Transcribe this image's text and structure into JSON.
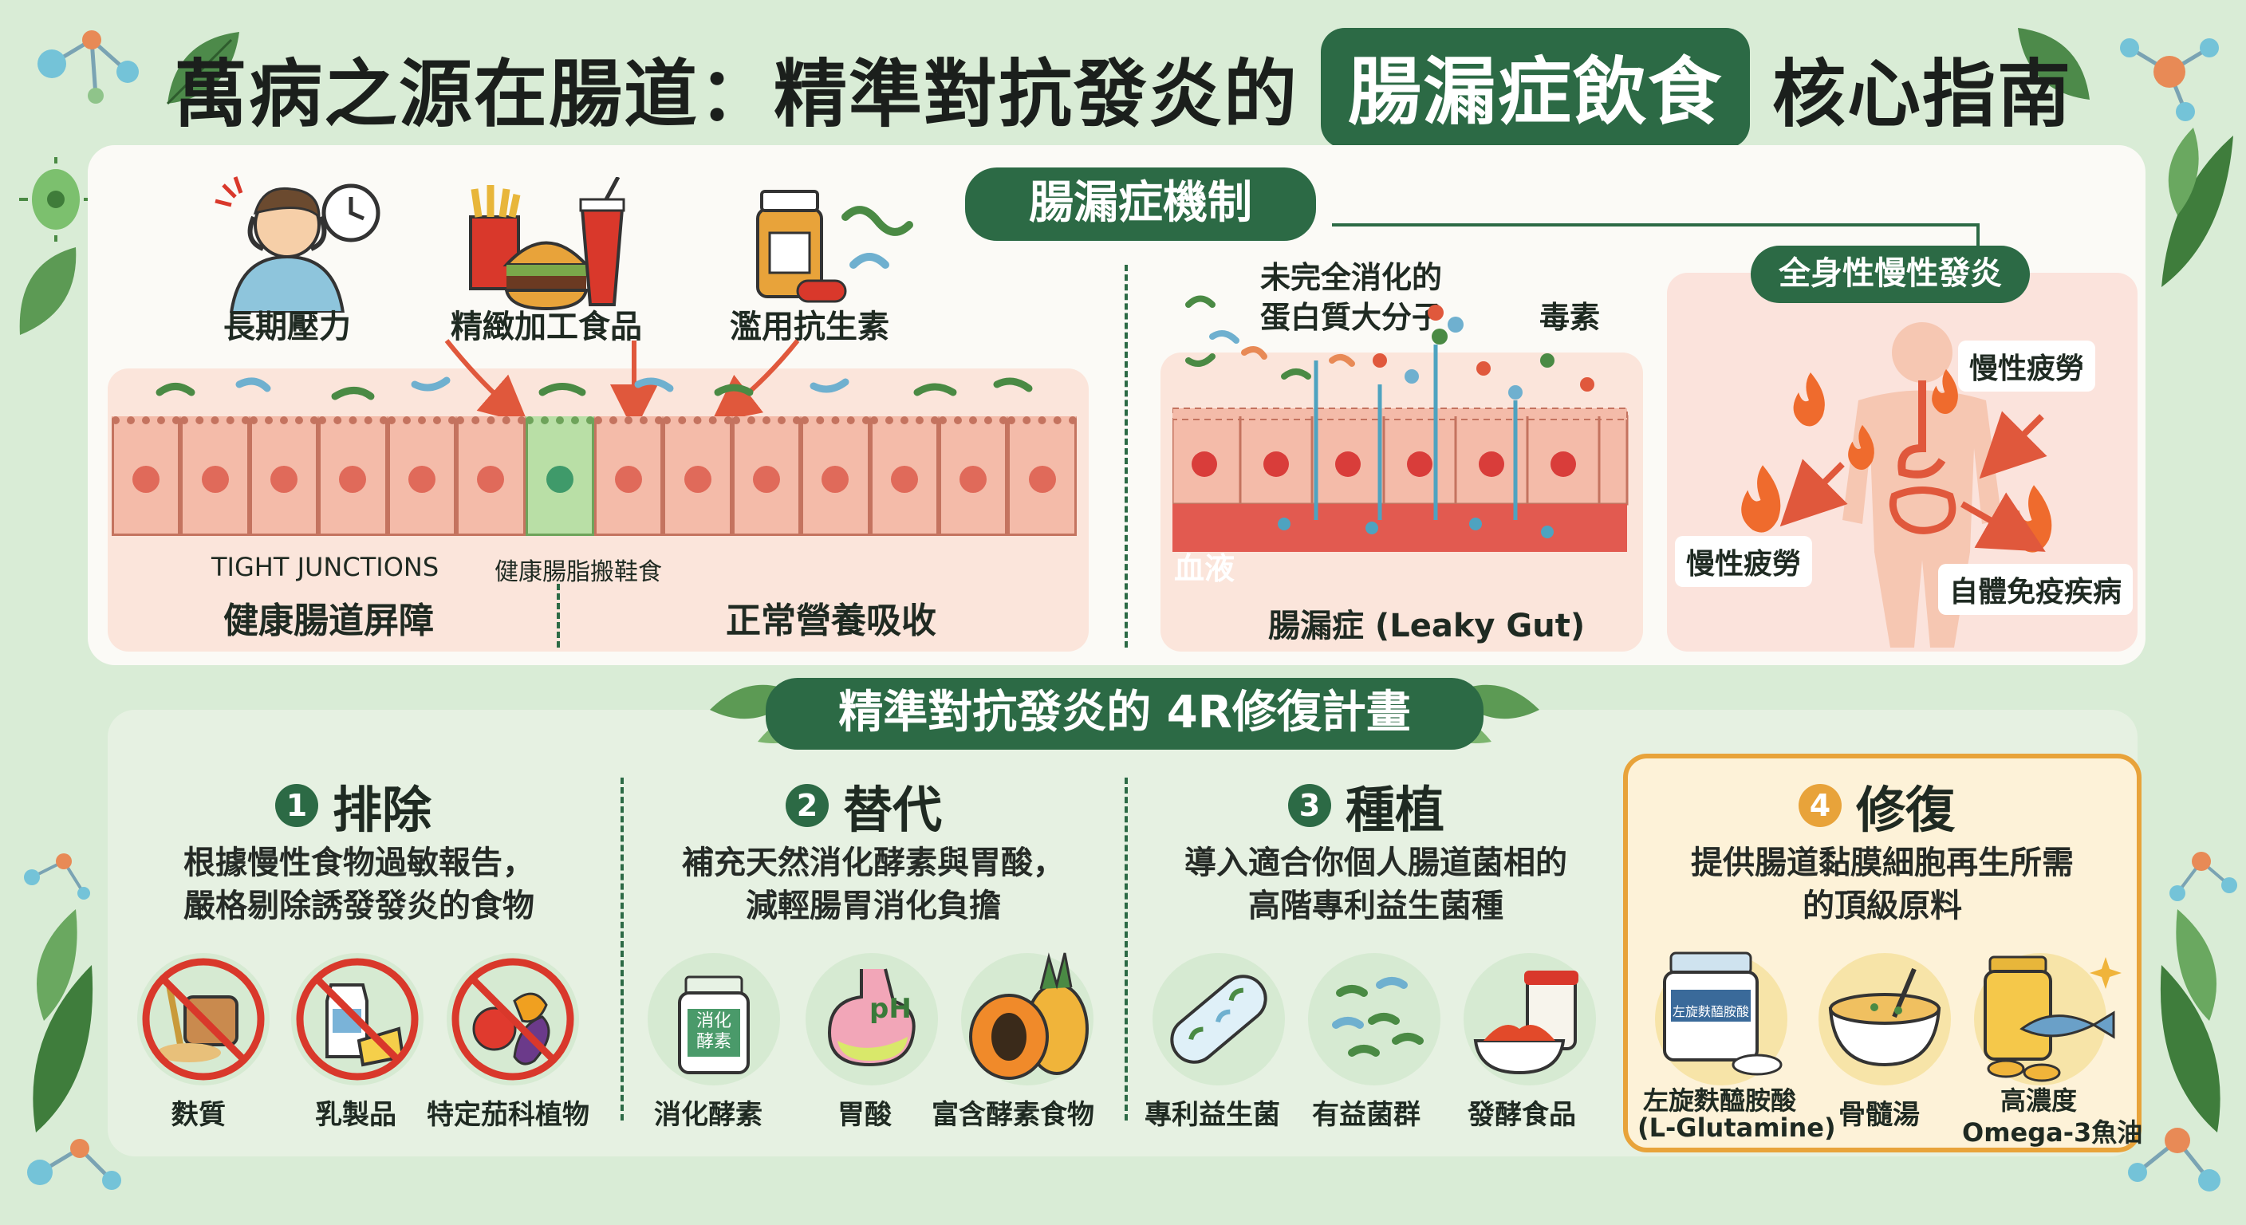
{
  "title": {
    "before": "萬病之源在腸道：精準對抗發炎的",
    "highlight": "腸漏症飲食",
    "after": "核心指南"
  },
  "mechanism": {
    "label": "腸漏症機制",
    "causes": [
      "長期壓力",
      "精緻加工食品",
      "濫用抗生素"
    ],
    "tight_junctions": "TIGHT JUNCTIONS",
    "healthy_cell_label": "健康腸脂搬鞋食",
    "healthy_barrier": "健康腸道屏障",
    "normal_absorption": "正常營養吸收",
    "undigested_protein": [
      "未完全消化的",
      "蛋白質大分子"
    ],
    "toxins": "毒素",
    "blood": "血液",
    "leaky_gut": "腸漏症 (Leaky Gut)",
    "systemic_label": "全身性慢性發炎",
    "symptoms": [
      "慢性疲勞",
      "慢性疲勞",
      "自體免疫疾病"
    ]
  },
  "plan": {
    "title": "精準對抗發炎的 4R修復計畫",
    "steps": [
      {
        "num": "1",
        "name": "排除",
        "desc": [
          "根據慢性食物過敏報告，",
          "嚴格剔除誘發發炎的食物"
        ],
        "items": [
          "麩質",
          "乳製品",
          "特定茄科植物"
        ]
      },
      {
        "num": "2",
        "name": "替代",
        "desc": [
          "補充天然消化酵素與胃酸，",
          "減輕腸胃消化負擔"
        ],
        "items": [
          "消化酵素",
          "胃酸",
          "富含酵素食物"
        ],
        "enzyme_jar": "消化\n酵素",
        "ph": "pH"
      },
      {
        "num": "3",
        "name": "種植",
        "desc": [
          "導入適合你個人腸道菌相的",
          "高階專利益生菌種"
        ],
        "items": [
          "專利益生菌",
          "有益菌群",
          "發酵食品"
        ]
      },
      {
        "num": "4",
        "name": "修復",
        "desc": [
          "提供腸道黏膜細胞再生所需",
          "的頂級原料"
        ],
        "items": [
          "左旋麩醯胺酸",
          "骨髓湯",
          "高濃度"
        ],
        "items_second_line": [
          "(L-Glutamine)",
          "",
          "Omega-3魚油"
        ],
        "jar_label": "左旋麩醯胺酸"
      }
    ]
  },
  "colors": {
    "green": "#2c6a45",
    "background": "#d9ecd6",
    "orange": "#e8a33a",
    "red_cell": "#f2b7a8"
  }
}
